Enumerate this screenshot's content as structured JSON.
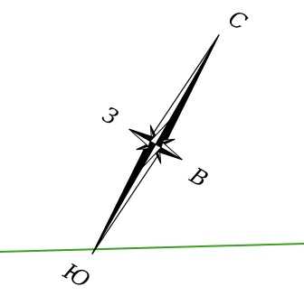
{
  "compass": {
    "north": "С",
    "south": "Ю",
    "west": "З",
    "east": "В"
  },
  "colors": {
    "background": "#ffffff",
    "ink": "#000000",
    "paper": "#ffffff",
    "line": "#3aa020"
  },
  "icons": {
    "rose": "compass-rose-icon"
  }
}
